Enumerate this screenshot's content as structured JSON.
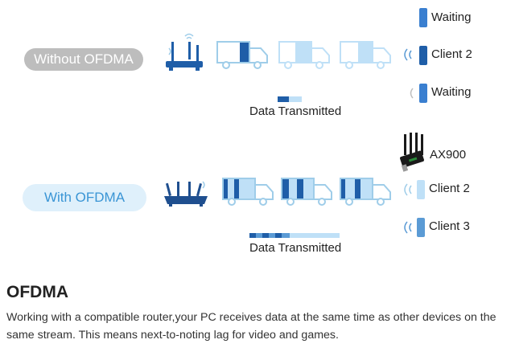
{
  "without": {
    "pill_label": "Without OFDMA",
    "caption": "Data Transmitted",
    "clients": [
      "Waiting",
      "Client 2",
      "Waiting"
    ]
  },
  "with": {
    "pill_label": "With OFDMA",
    "caption": "Data Transmitted",
    "clients": [
      "AX900",
      "Client 2",
      "Client 3"
    ]
  },
  "section": {
    "title": "OFDMA",
    "description": "Working with a compatible router,your PC receives data at the same time as other devices on the same stream. This means next-to-noting lag for video and games."
  },
  "colors": {
    "gray_pill": "#bdbdbd",
    "blue_pill_bg": "#dff0fb",
    "blue_pill_text": "#3a95d5",
    "dark_blue": "#1f5ea8",
    "mid_blue": "#5b9bd5",
    "light_blue": "#bfe0f7",
    "truck_outline": "#9fcde9"
  }
}
